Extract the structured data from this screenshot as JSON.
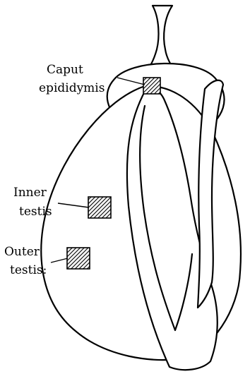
{
  "labels": {
    "caput_line1": "Caput",
    "caput_line2": "epididymis",
    "inner_line1": "Inner",
    "inner_line2": "testis",
    "outer_line1": "Outer",
    "outer_line2": "testis:"
  },
  "colors": {
    "stroke": "#000000",
    "hatch": "#333333",
    "background": "#ffffff"
  }
}
